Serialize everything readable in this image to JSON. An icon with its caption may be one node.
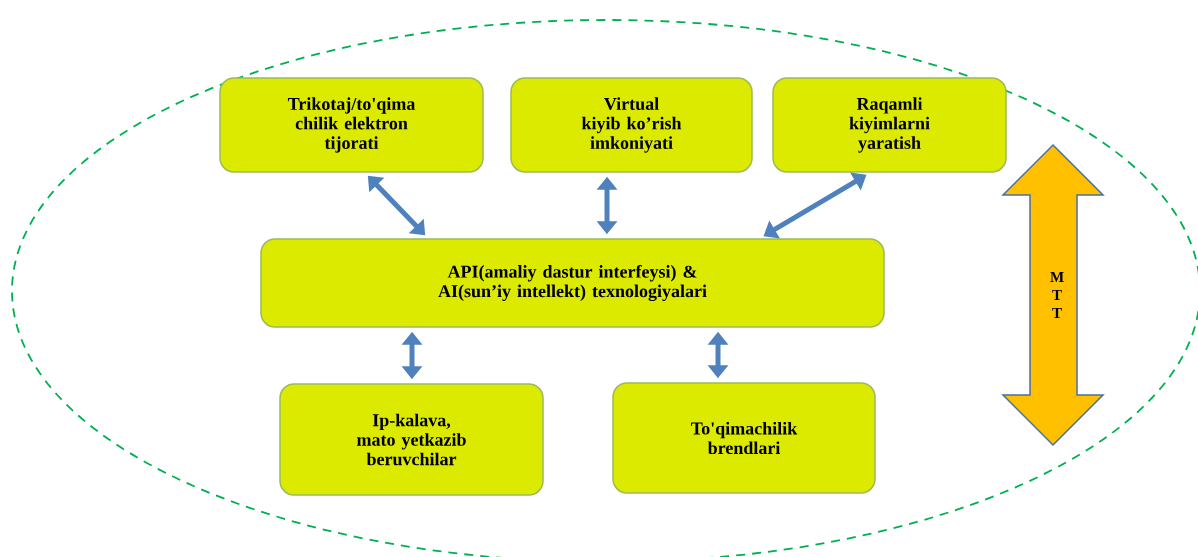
{
  "diagram": {
    "nodes": [
      {
        "text": [],
        "shape": "ellipse"
      },
      {
        "text": [
          "Trikotaj/to'qima chilik elektron tijorati"
        ],
        "in": 0
      },
      {
        "text": [
          "Virtual kiyib ko’rish imkoniyati"
        ],
        "in": 0
      },
      {
        "text": [
          "Raqamli kiyimlarni yaratish"
        ],
        "in": 0
      },
      {
        "text": [
          "API(amaliy dastur interfeysi) & AI(sun’iy intellekt) texnologiyalari"
        ],
        "in": 0
      },
      {
        "text": [
          "Ip-kalava, mato yetkazib beruvchilar"
        ],
        "in": 0
      },
      {
        "text": [
          "To'qimachilik brendlari"
        ],
        "in": 0
      },
      {
        "text": [
          "M T T"
        ],
        "in": 0
      }
    ],
    "edges": [
      {
        "from": 1,
        "to": 4,
        "arrow": "both"
      },
      {
        "from": 2,
        "to": 4,
        "arrow": "both"
      },
      {
        "from": 3,
        "to": 4,
        "arrow": "both"
      },
      {
        "from": 4,
        "to": 5,
        "arrow": "both"
      },
      {
        "from": 4,
        "to": 6,
        "arrow": "both"
      }
    ]
  }
}
